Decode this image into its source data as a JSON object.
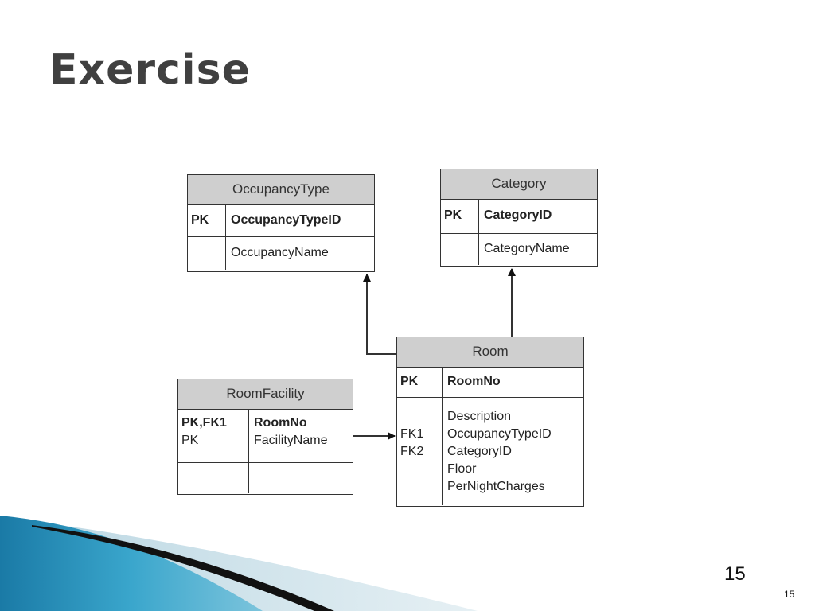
{
  "slide": {
    "title": "Exercise",
    "page_number_large": "15",
    "page_number_small": "15"
  },
  "entities": {
    "occupancy_type": {
      "name": "OccupancyType",
      "pk_label": "PK",
      "pk_field": "OccupancyTypeID",
      "field": "OccupancyName"
    },
    "category": {
      "name": "Category",
      "pk_label": "PK",
      "pk_field": "CategoryID",
      "field": "CategoryName"
    },
    "room": {
      "name": "Room",
      "pk_label": "PK",
      "pk_field": "RoomNo",
      "fk1_label": "FK1",
      "fk2_label": "FK2",
      "fields": [
        "Description",
        "OccupancyTypeID",
        "CategoryID",
        "Floor",
        "PerNightCharges"
      ]
    },
    "room_facility": {
      "name": "RoomFacility",
      "key1_label": "PK,FK1",
      "key2_label": "PK",
      "field1": "RoomNo",
      "field2": "FacilityName"
    }
  },
  "colors": {
    "entity_header": "#cfcfcf",
    "border": "#333333",
    "deco_blue": "#2a8fb8",
    "deco_light": "#c9dde6"
  }
}
